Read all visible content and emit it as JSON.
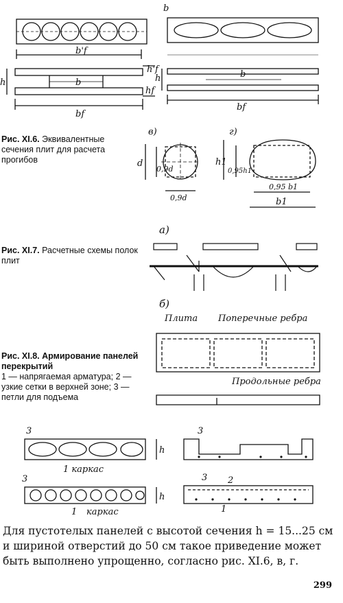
{
  "labels": {
    "a": "a)",
    "b": "b",
    "v": "в)",
    "g": "г)",
    "bf_prime": "b'f",
    "bf": "bf",
    "h": "h",
    "hf_prime": "h'f",
    "hf": "hf",
    "d": "d",
    "d09": "0,9d",
    "h1": "h1",
    "h095": "0,95h1",
    "b095": "0,95 b1",
    "b1": "b1",
    "fig7_a": "а)",
    "fig7_b": "б)",
    "plita": "Плита",
    "poperechnye": "Поперечные ребра",
    "prodolnye": "Продольные ребра",
    "n1": "1",
    "n2": "2",
    "n3": "3",
    "karkas1": "1 каркас",
    "karkas2": "каркас"
  },
  "captions": {
    "fig6_num": "Рис. XI.6.",
    "fig6_text": "Эквивалентные сечения плит для расчета прогибов",
    "fig7_num": "Рис. XI.7.",
    "fig7_text": "Расчетные схемы полок плит",
    "fig8_num": "Рис. XI.8.",
    "fig8_title": "Армирование панелей перекрытий",
    "fig8_legend": "1 — напрягаемая арматура; 2 — узкие сетки в верхней зоне; 3 — петли для подъема"
  },
  "body_text": "Для пустотелых панелей с высотой сечения h = 15...25 см и шириной отверстий до 50 см такое приведение может быть выполнено упрощенно, согласно рис. XI.6, в, г.",
  "page_number": "299"
}
